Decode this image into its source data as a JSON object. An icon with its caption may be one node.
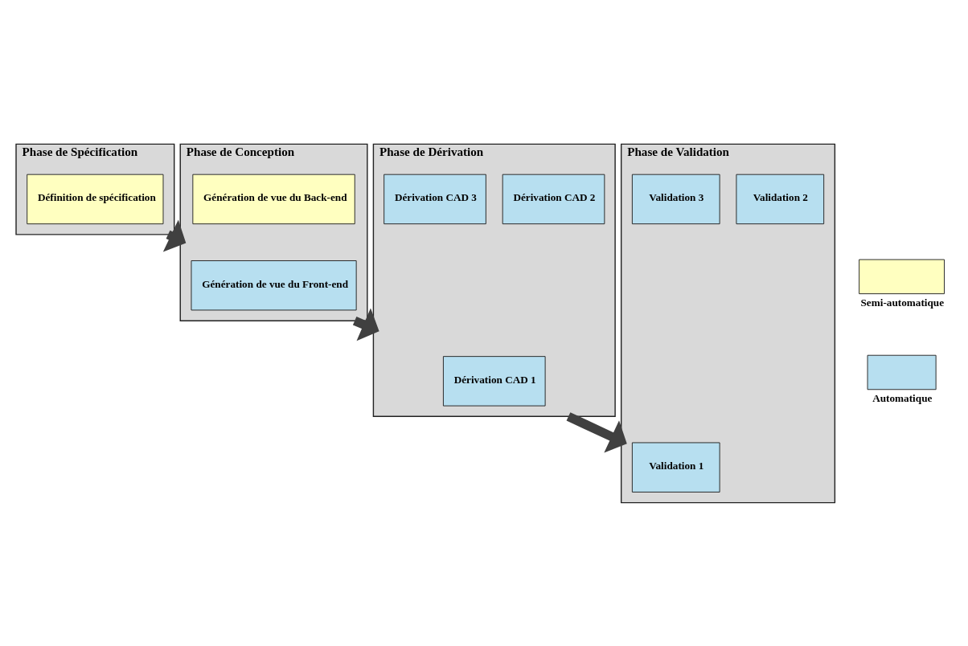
{
  "diagram": {
    "nodes": [
      {
        "text": [
          "Phase de Spécification"
        ]
      },
      {
        "text": [
          "Définition de spécification"
        ],
        "in": 0
      },
      {
        "text": [
          "Phase de Conception"
        ]
      },
      {
        "text": [
          "Génération de vue du Front-end"
        ],
        "in": 2
      },
      {
        "text": [
          "Génération de vue du Back-end"
        ],
        "in": 2
      },
      {
        "text": [
          "Phase de Dérivation"
        ]
      },
      {
        "text": [
          "Dérivation CAD 1"
        ],
        "in": 5
      },
      {
        "text": [
          "Dérivation CAD 2"
        ],
        "in": 5
      },
      {
        "text": [
          "Dérivation CAD 3"
        ],
        "in": 5
      },
      {
        "text": [
          "Phase de Validation"
        ]
      },
      {
        "text": [
          "Validation 1"
        ],
        "in": 9
      },
      {
        "text": [
          "Validation 2"
        ],
        "in": 9
      },
      {
        "text": [
          "Validation 3"
        ],
        "in": 9
      }
    ],
    "edges": [
      {
        "from": 0,
        "to": 2,
        "arrow": "to"
      },
      {
        "from": 2,
        "to": 5,
        "arrow": "to"
      },
      {
        "from": 5,
        "to": 9,
        "arrow": "to"
      }
    ],
    "legend": [
      {
        "text": "Semi-automatique",
        "color": "#ffffc0"
      },
      {
        "text": "Automatique",
        "color": "#b7dff0"
      }
    ]
  }
}
